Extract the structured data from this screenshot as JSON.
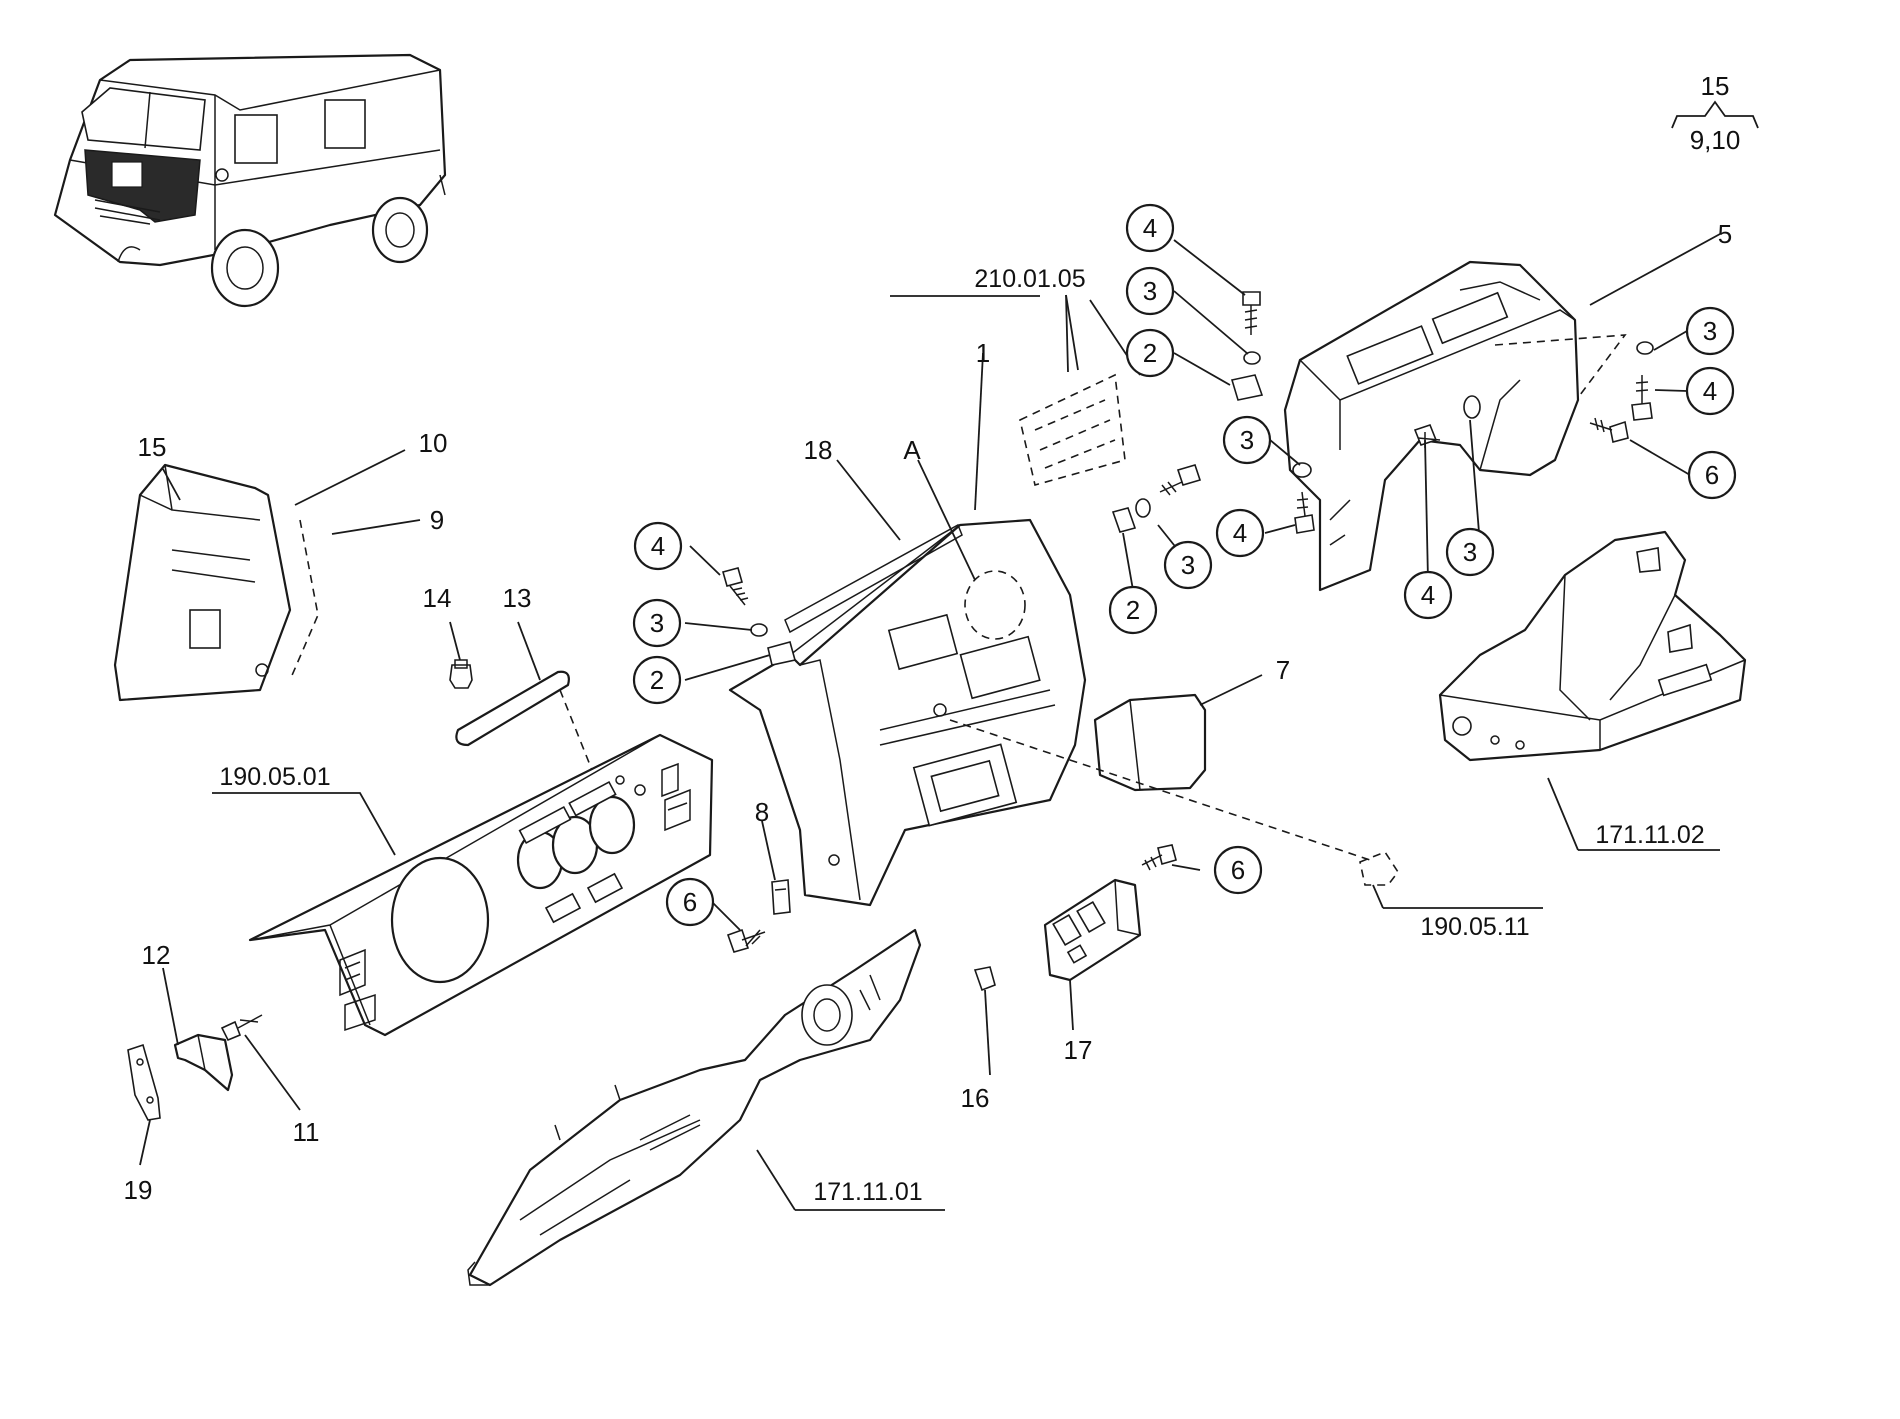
{
  "callouts": [
    {
      "id": "c4a",
      "text": "4",
      "circled": true
    },
    {
      "id": "c3a",
      "text": "3",
      "circled": true
    },
    {
      "id": "c2a",
      "text": "2",
      "circled": true
    },
    {
      "id": "c5",
      "text": "5",
      "circled": false
    },
    {
      "id": "c3b",
      "text": "3",
      "circled": true
    },
    {
      "id": "c4b",
      "text": "4",
      "circled": true
    },
    {
      "id": "c6a",
      "text": "6",
      "circled": true
    },
    {
      "id": "c3c",
      "text": "3",
      "circled": true
    },
    {
      "id": "c1",
      "text": "1",
      "circled": false
    },
    {
      "id": "c18",
      "text": "18",
      "circled": false
    },
    {
      "id": "cA",
      "text": "A",
      "circled": false
    },
    {
      "id": "c4c",
      "text": "4",
      "circled": true
    },
    {
      "id": "c3d",
      "text": "3",
      "circled": true
    },
    {
      "id": "c2b",
      "text": "2",
      "circled": true
    },
    {
      "id": "c4d",
      "text": "4",
      "circled": true
    },
    {
      "id": "c3e",
      "text": "3",
      "circled": true
    },
    {
      "id": "c2c",
      "text": "2",
      "circled": true
    },
    {
      "id": "c4e",
      "text": "4",
      "circled": true
    },
    {
      "id": "c3f",
      "text": "3",
      "circled": true
    },
    {
      "id": "c15",
      "text": "15",
      "circled": false
    },
    {
      "id": "c10",
      "text": "10",
      "circled": false
    },
    {
      "id": "c9",
      "text": "9",
      "circled": false
    },
    {
      "id": "c14",
      "text": "14",
      "circled": false
    },
    {
      "id": "c13",
      "text": "13",
      "circled": false
    },
    {
      "id": "c7",
      "text": "7",
      "circled": false
    },
    {
      "id": "c8",
      "text": "8",
      "circled": false
    },
    {
      "id": "c6b",
      "text": "6",
      "circled": true
    },
    {
      "id": "c6c",
      "text": "6",
      "circled": true
    },
    {
      "id": "c12",
      "text": "12",
      "circled": false
    },
    {
      "id": "c11",
      "text": "11",
      "circled": false
    },
    {
      "id": "c19",
      "text": "19",
      "circled": false
    },
    {
      "id": "c16",
      "text": "16",
      "circled": false
    },
    {
      "id": "c17",
      "text": "17",
      "circled": false
    }
  ],
  "references": [
    {
      "id": "r1",
      "text": "210.01.05"
    },
    {
      "id": "r2",
      "text": "190.05.01"
    },
    {
      "id": "r3",
      "text": "171.11.02"
    },
    {
      "id": "r4",
      "text": "190.05.11"
    },
    {
      "id": "r5",
      "text": "171.11.01"
    }
  ],
  "legend": {
    "top": "15",
    "bottom": "9,10"
  }
}
